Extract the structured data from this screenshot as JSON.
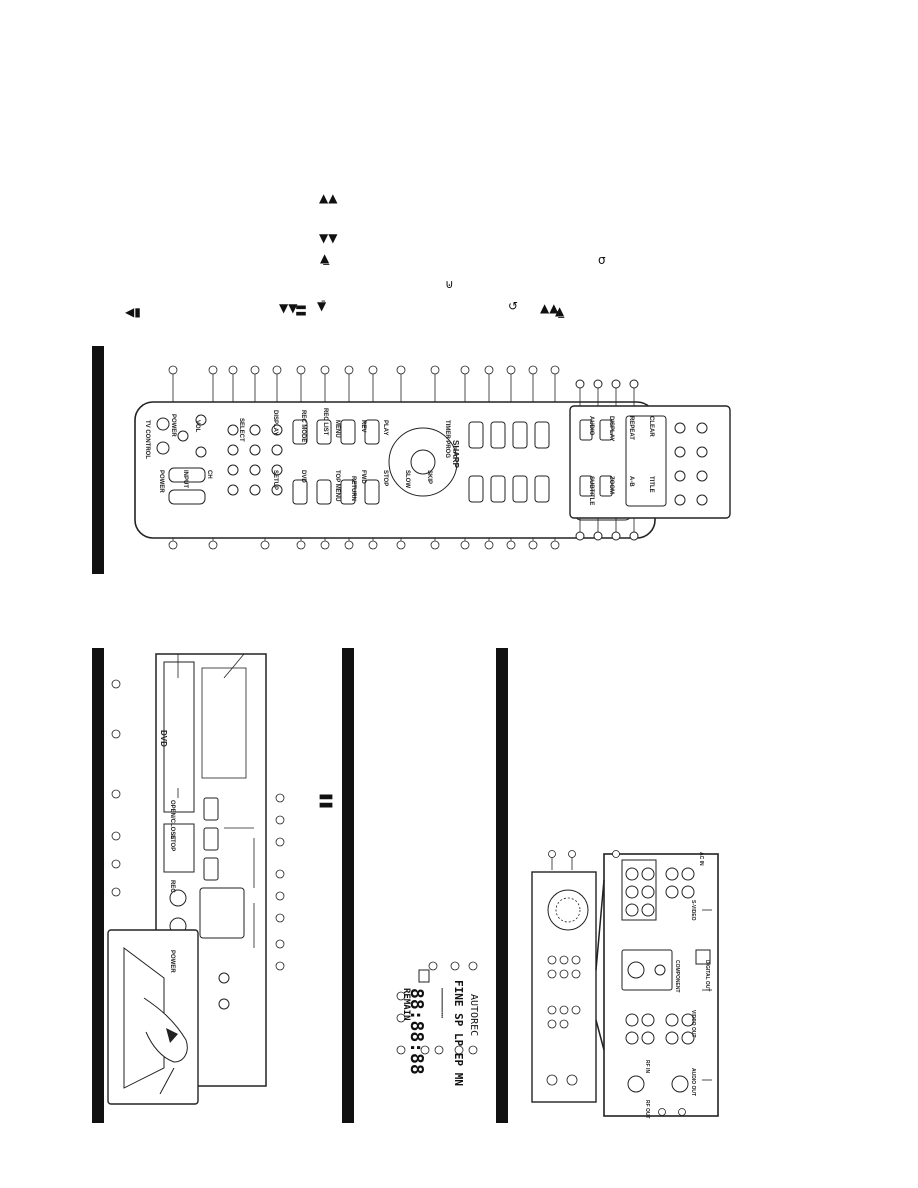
{
  "top_symbols": [
    "◀▮",
    "▼▼",
    "〓",
    "▼̄",
    "↺",
    "▲▲",
    "▲̲",
    "⊍",
    "▲̲",
    "▼▼",
    "▲▲",
    "σ"
  ],
  "remote": {
    "labels": [
      "POWER",
      "TV CONTROL",
      "VOL",
      "CH",
      "POWER",
      "INPUT",
      "SELECT",
      "DVD",
      "REC MODE",
      "SLOW",
      "STOP",
      "PLAY",
      "REV",
      "FWD",
      "SKIP",
      "TOP MENU",
      "MENU",
      "SETUP",
      "REC LIST",
      "RETURN",
      "DISPLAY",
      "TIMER PROG",
      "SHARP"
    ],
    "brand": "SHARP"
  },
  "remote_lower": {
    "labels": [
      "AUDIO",
      "SUBTITLE",
      "DISPLAY",
      "ZOOM",
      "REPEAT",
      "A-B",
      "CLEAR",
      "TITLE"
    ]
  },
  "front_panel": {
    "labels": [
      "POWER",
      "REC",
      "STOP",
      "OPEN/CLOSE",
      "DVD"
    ]
  },
  "display": {
    "remain_label": "REMAIN",
    "digits": "88:88:88",
    "modes": "FINE SP LP EP MN",
    "autorec": "AUTOREC",
    "dots": "⋯⋯⋯⋯⋯"
  },
  "rear_panel": {
    "labels": [
      "AC IN",
      "AUDIO OUT",
      "VIDEO OUT",
      "S-VIDEO",
      "COMPONENT",
      "RF IN",
      "RF OUT",
      "DIGITAL OUT"
    ]
  }
}
